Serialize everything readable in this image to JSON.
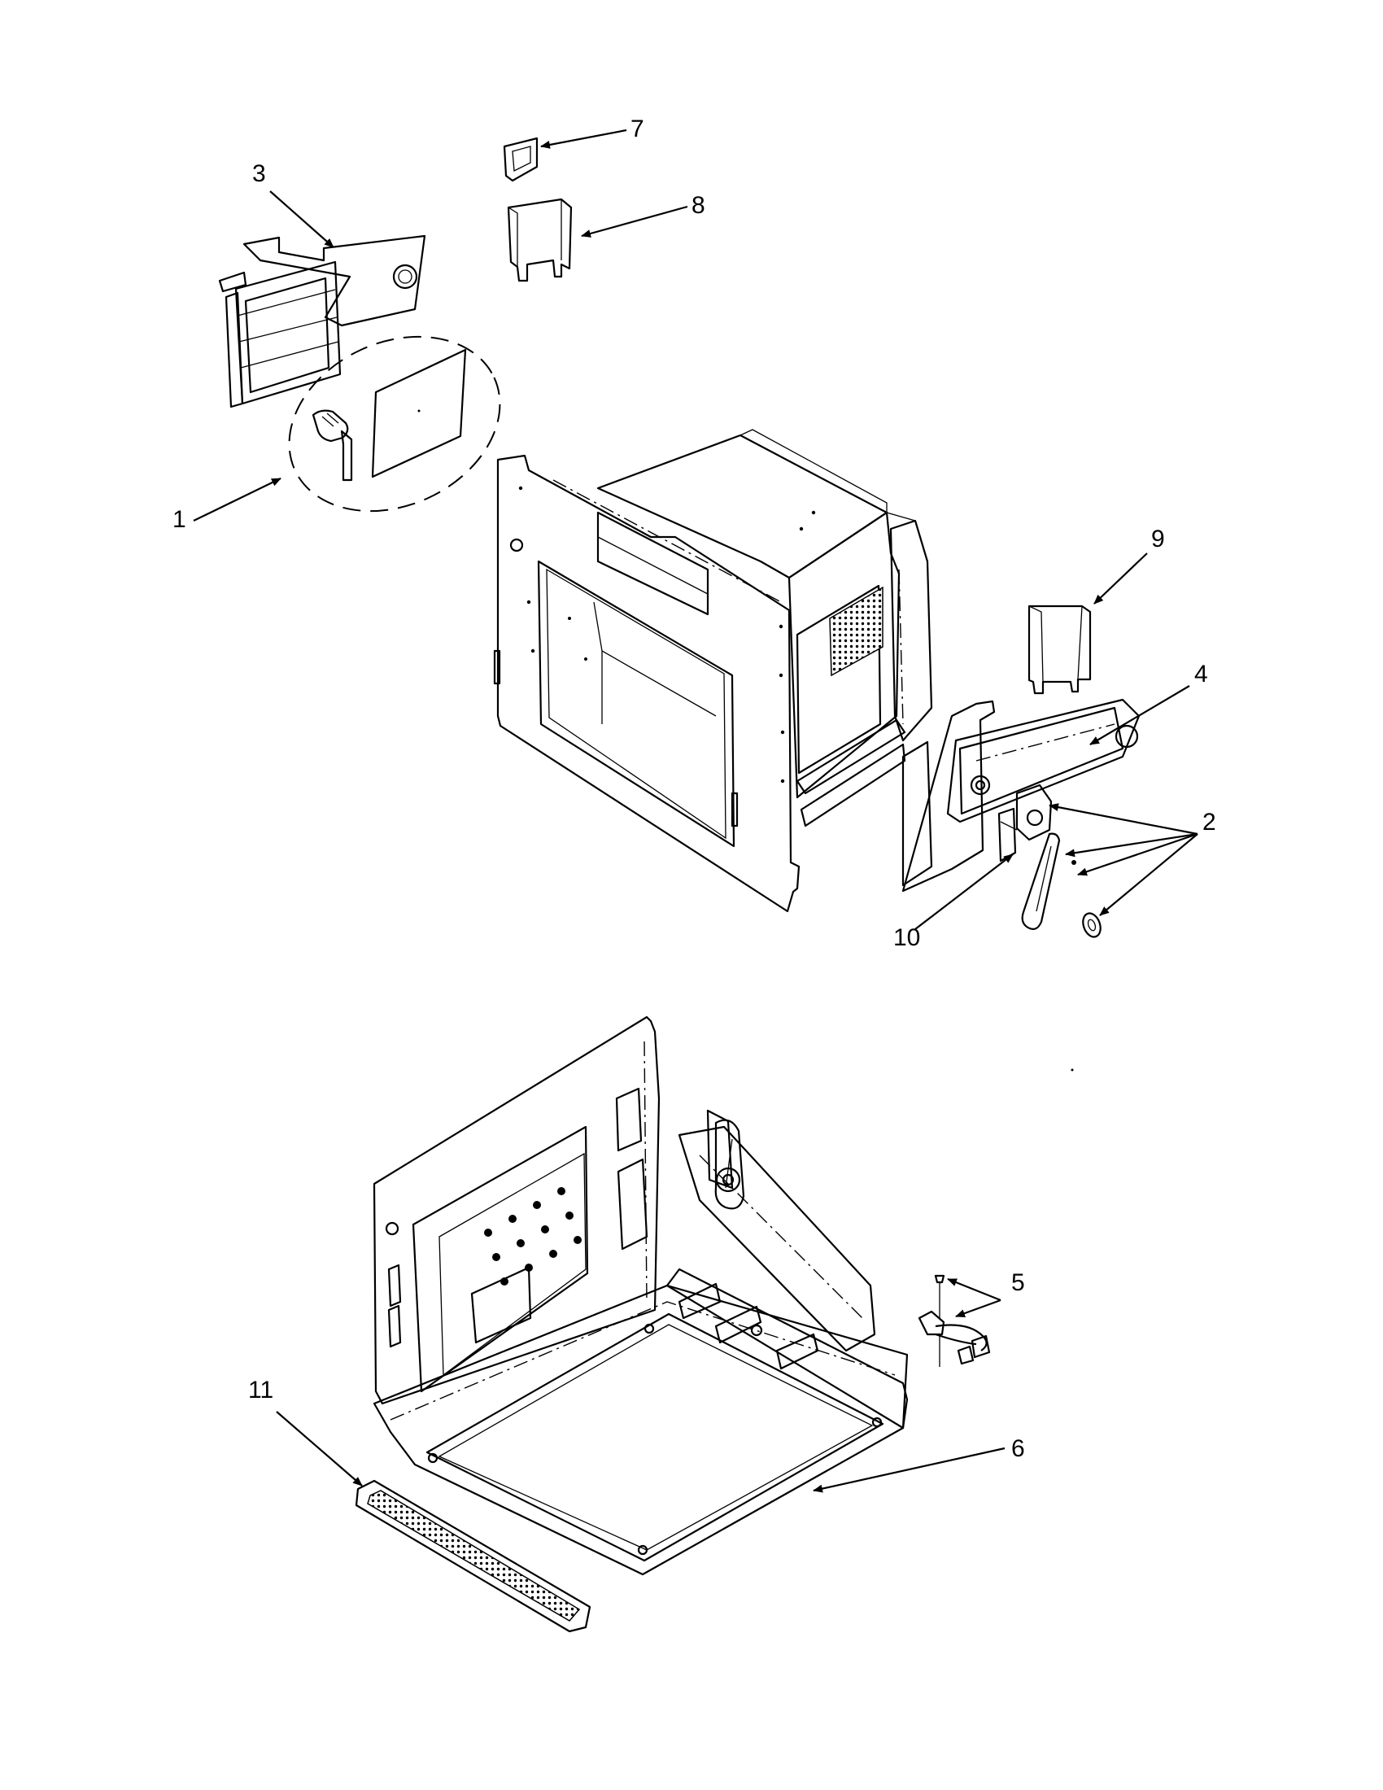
{
  "callouts": [
    "1",
    "2",
    "3",
    "4",
    "5",
    "6",
    "7",
    "8",
    "9",
    "10",
    "11"
  ],
  "colors": {
    "line": "#000000",
    "background": "#ffffff"
  }
}
